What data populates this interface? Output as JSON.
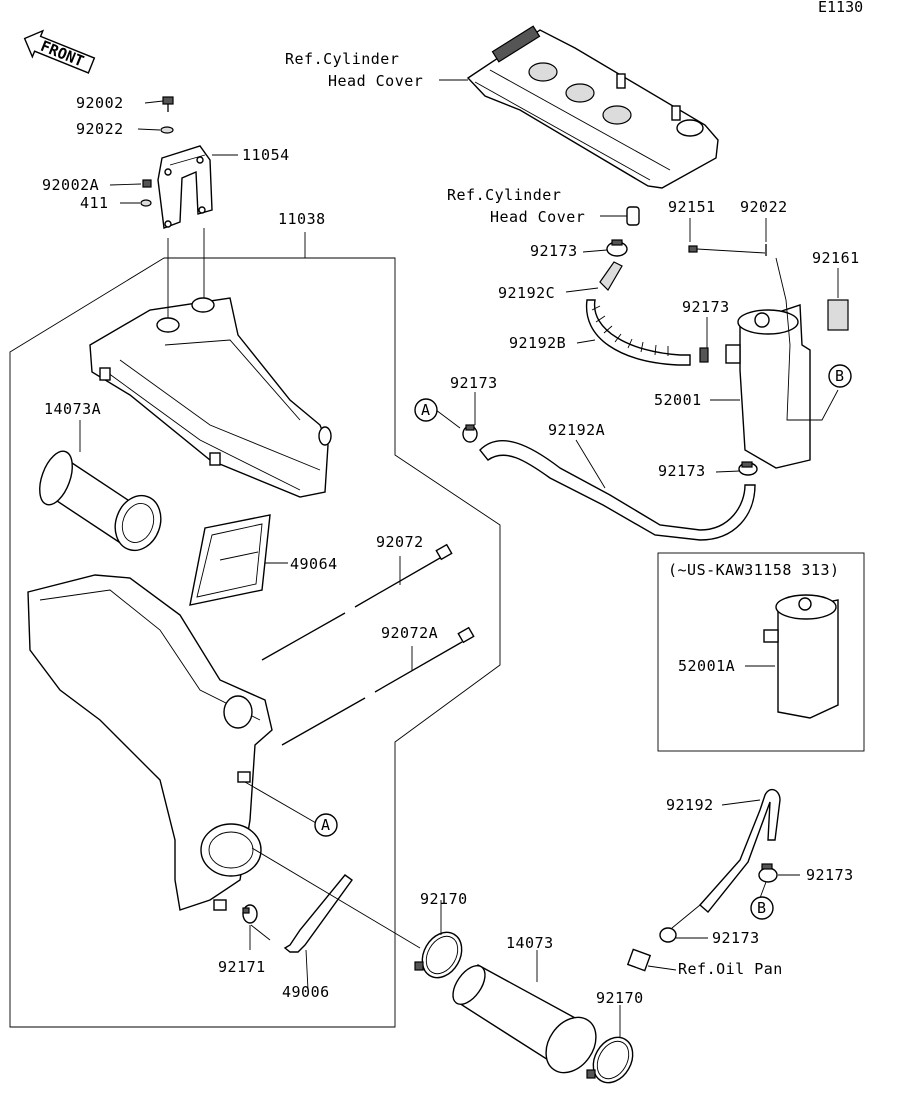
{
  "diagram_code": "E1130",
  "front_label": "FRONT",
  "inset_title": "(~US-KAW31158 313)",
  "refs": {
    "cyl_head_cover_1_line1": "Ref.Cylinder",
    "cyl_head_cover_1_line2": "Head Cover",
    "cyl_head_cover_2_line1": "Ref.Cylinder",
    "cyl_head_cover_2_line2": "Head Cover",
    "oil_pan": "Ref.Oil Pan"
  },
  "callouts": {
    "a1": "A",
    "a2": "A",
    "b1": "B",
    "b2": "B"
  },
  "parts": {
    "p92002": "92002",
    "p92022_top": "92022",
    "p11054": "11054",
    "p92002A": "92002A",
    "p411": "411",
    "p11038": "11038",
    "p14073A": "14073A",
    "p49064": "49064",
    "p92072": "92072",
    "p92072A": "92072A",
    "p92170_left": "92170",
    "p14073": "14073",
    "p92170_right": "92170",
    "p92171": "92171",
    "p49006": "49006",
    "p92151": "92151",
    "p92022_right": "92022",
    "p92161": "92161",
    "p92173_a": "92173",
    "p92192C": "92192C",
    "p92173_b": "92173",
    "p92192B": "92192B",
    "p92173_c": "92173",
    "p52001": "52001",
    "p92192A": "92192A",
    "p92173_d": "92173",
    "p52001A": "52001A",
    "p92192": "92192",
    "p92173_e": "92173",
    "p92173_f": "92173"
  }
}
